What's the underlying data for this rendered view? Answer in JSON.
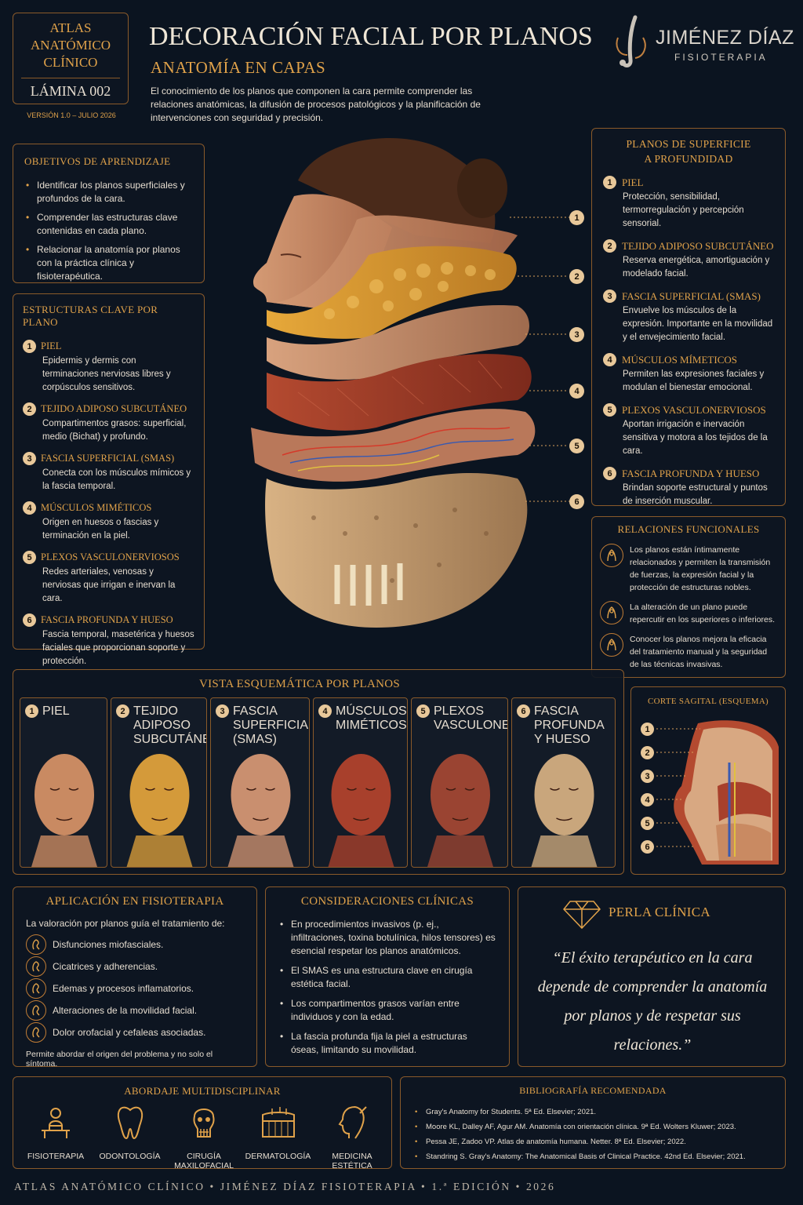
{
  "header": {
    "atlas_line1": "ATLAS",
    "atlas_line2": "ANATÓMICO",
    "atlas_line3": "CLÍNICO",
    "sheet": "LÁMINA 002",
    "version": "VERSIÓN 1.0 – JULIO 2026",
    "title": "DECORACIÓN FACIAL POR PLANOS",
    "subtitle": "ANATOMÍA EN CAPAS",
    "intro": "El conocimiento de los planos que componen la cara permite comprender las relaciones anatómicas, la difusión de procesos patológicos y la planificación de intervenciones con seguridad y precisión.",
    "brand_name": "JIMÉNEZ DÍAZ",
    "brand_sub": "FISIOTERAPIA"
  },
  "objectives": {
    "title": "OBJETIVOS DE APRENDIZAJE",
    "items": [
      "Identificar los planos superficiales y profundos de la cara.",
      "Comprender las estructuras clave contenidas en cada plano.",
      "Relacionar la anatomía por planos con la práctica clínica y fisioterapéutica."
    ]
  },
  "structures": {
    "title": "ESTRUCTURAS CLAVE POR PLANO",
    "items": [
      {
        "n": "1",
        "label": "PIEL",
        "desc": "Epidermis y dermis con terminaciones nerviosas libres y corpúsculos sensitivos."
      },
      {
        "n": "2",
        "label": "TEJIDO ADIPOSO SUBCUTÁNEO",
        "desc": "Compartimentos grasos: superficial, medio (Bichat) y profundo."
      },
      {
        "n": "3",
        "label": "FASCIA SUPERFICIAL (SMAS)",
        "desc": "Conecta con los músculos mímicos y la fascia temporal."
      },
      {
        "n": "4",
        "label": "MÚSCULOS MIMÉTICOS",
        "desc": "Origen en huesos o fascias y terminación en la piel."
      },
      {
        "n": "5",
        "label": "PLEXOS VASCULONERVIOSOS",
        "desc": "Redes arteriales, venosas y nerviosas que irrigan e inervan la cara."
      },
      {
        "n": "6",
        "label": "FASCIA PROFUNDA Y HUESO",
        "desc": "Fascia temporal, masetérica y huesos faciales que proporcionan soporte y protección."
      }
    ]
  },
  "planes": {
    "title_line1": "PLANOS DE SUPERFICIE",
    "title_line2": "A PROFUNDIDAD",
    "items": [
      {
        "n": "1",
        "label": "PIEL",
        "desc": "Protección, sensibilidad, termorregulación y percepción sensorial."
      },
      {
        "n": "2",
        "label": "TEJIDO ADIPOSO SUBCUTÁNEO",
        "desc": "Reserva energética, amortiguación y modelado facial."
      },
      {
        "n": "3",
        "label": "FASCIA SUPERFICIAL (SMAS)",
        "desc": "Envuelve los músculos de la expresión. Importante en la movilidad y el envejecimiento facial."
      },
      {
        "n": "4",
        "label": "MÚSCULOS MÍMETICOS",
        "desc": "Permiten las expresiones faciales y modulan el bienestar emocional."
      },
      {
        "n": "5",
        "label": "PLEXOS VASCULONERVIOSOS",
        "desc": "Aportan irrigación e inervación sensitiva y motora a los tejidos de la cara."
      },
      {
        "n": "6",
        "label": "FASCIA PROFUNDA Y HUESO",
        "desc": "Brindan soporte estructural y puntos de inserción muscular."
      }
    ]
  },
  "figure_markers": [
    "1",
    "2",
    "3",
    "4",
    "5",
    "6"
  ],
  "relations": {
    "title": "RELACIONES FUNCIONALES",
    "items": [
      "Los planos están íntimamente relacionados y permiten la transmisión de fuerzas, la expresión facial y la protección de estructuras nobles.",
      "La alteración de un plano puede repercutir en los superiores o inferiores.",
      "Conocer los planos mejora la eficacia del tratamiento manual y la seguridad de las técnicas invasivas."
    ]
  },
  "schematic": {
    "title": "VISTA ESQUEMÁTICA POR PLANOS",
    "cells": [
      {
        "n": "1",
        "line1": "PIEL",
        "line2": "",
        "color": "#c98a62"
      },
      {
        "n": "2",
        "line1": "TEJIDO ADIPOSO",
        "line2": "SUBCUTÁNEO",
        "color": "#d49a3a"
      },
      {
        "n": "3",
        "line1": "FASCIA",
        "line2": "SUPERFICIAL (SMAS)",
        "color": "#c98f6f"
      },
      {
        "n": "4",
        "line1": "MÚSCULOS",
        "line2": "MIMÉTICOS",
        "color": "#a8402c"
      },
      {
        "n": "5",
        "line1": "PLEXOS",
        "line2": "VASCULONERVIOSOS",
        "color": "#9a4432"
      },
      {
        "n": "6",
        "line1": "FASCIA PROFUNDA",
        "line2": "Y HUESO",
        "color": "#c9a67c"
      }
    ]
  },
  "sagittal": {
    "title": "CORTE SAGITAL (ESQUEMA)",
    "markers": [
      "1",
      "2",
      "3",
      "4",
      "5",
      "6"
    ]
  },
  "physio": {
    "title": "APLICACIÓN EN FISIOTERAPIA",
    "lead": "La valoración por planos guía el tratamiento de:",
    "items": [
      "Disfunciones miofasciales.",
      "Cicatrices y adherencias.",
      "Edemas y procesos inflamatorios.",
      "Alteraciones de la movilidad facial.",
      "Dolor orofacial y cefaleas asociadas."
    ],
    "foot": "Permite abordar el origen del problema y no solo el síntoma."
  },
  "clinical": {
    "title": "CONSIDERACIONES CLÍNICAS",
    "items": [
      "En procedimientos invasivos (p. ej., infiltraciones, toxina botulínica, hilos tensores) es esencial respetar los planos anatómicos.",
      "El SMAS es una estructura clave en cirugía estética facial.",
      "Los compartimentos grasos varían entre individuos y con la edad.",
      "La fascia profunda fija la piel a estructuras óseas, limitando su movilidad."
    ]
  },
  "pearl": {
    "title": "PERLA CLÍNICA",
    "quote": "“El éxito terapéutico en la cara depende de comprender la anatomía por planos y de respetar sus relaciones.”"
  },
  "multi": {
    "title": "ABORDAJE MULTIDISCIPLINAR",
    "items": [
      {
        "label": "FISIOTERAPIA",
        "icon": "therapist-icon"
      },
      {
        "label": "ODONTOLOGÍA",
        "icon": "tooth-icon"
      },
      {
        "label": "CIRUGÍA MAXILOFACIAL",
        "icon": "skull-icon"
      },
      {
        "label": "DERMATOLOGÍA",
        "icon": "skin-layers-icon"
      },
      {
        "label": "MEDICINA ESTÉTICA",
        "icon": "face-profile-icon"
      }
    ]
  },
  "biblio": {
    "title": "BIBLIOGRAFÍA RECOMENDADA",
    "items": [
      "Gray's Anatomy for Students. 5ª Ed. Elsevier; 2021.",
      "Moore KL, Dalley AF, Agur AM. Anatomía con orientación clínica. 9ª Ed. Wolters Kluwer; 2023.",
      "Pessa JE, Zadoo VP. Atlas de anatomía humana. Netter. 8ª Ed. Elsevier; 2022.",
      "Standring S. Gray's Anatomy: The Anatomical Basis of Clinical Practice. 42nd Ed. Elsevier; 2021."
    ]
  },
  "footer": "ATLAS ANATÓMICO CLÍNICO  •  JIMÉNEZ DÍAZ FISIOTERAPIA  •  1.ª EDICIÓN  •  2026",
  "colors": {
    "accent": "#e0a24a",
    "border": "#8a5a2a",
    "background": "#0b1420"
  }
}
